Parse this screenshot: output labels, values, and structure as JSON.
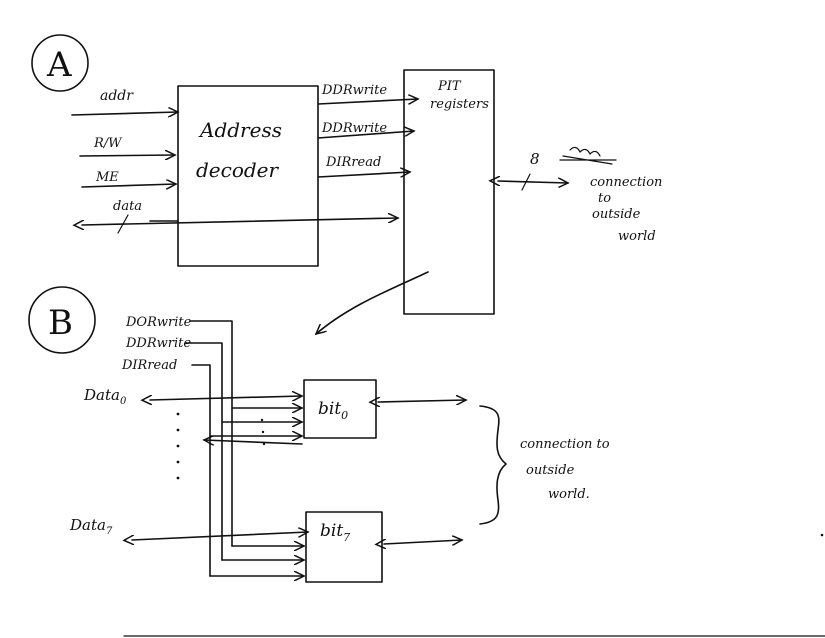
{
  "sectionA": {
    "marker": "A",
    "inputs": {
      "addr": "addr",
      "rw": "R/W",
      "me": "ME",
      "data": "data"
    },
    "decoder": {
      "line1": "Address",
      "line2": "decoder"
    },
    "signals": {
      "ddrwrite": "DDRwrite",
      "ddrwrite2": "DDRwrite",
      "dirread": "DIRread"
    },
    "pit": {
      "line1": "PIT",
      "line2": "registers"
    },
    "bus_width": "8",
    "outside": {
      "line1": "connection",
      "line2": "to",
      "line3": "outside",
      "line4": "world"
    }
  },
  "sectionB": {
    "marker": "B",
    "signals": {
      "dorwrite": "DORwrite",
      "ddrwrite": "DDRwrite",
      "dirread": "DIRread"
    },
    "data0": {
      "base": "Data",
      "sub": "0"
    },
    "data7": {
      "base": "Data",
      "sub": "7"
    },
    "bit0": {
      "base": "bit",
      "sub": "0"
    },
    "bit7": {
      "base": "bit",
      "sub": "7"
    },
    "outside": {
      "line1": "connection to",
      "line2": "outside",
      "line3": "world."
    }
  }
}
